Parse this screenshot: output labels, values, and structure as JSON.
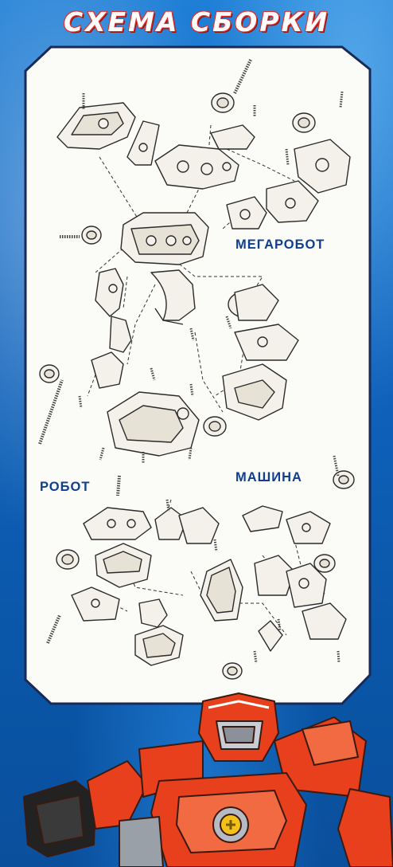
{
  "header": {
    "title": "СХЕМА СБОРКИ"
  },
  "diagram": {
    "sections": [
      {
        "label": "МЕГАРОБОТ"
      },
      {
        "label": "РОБОТ"
      },
      {
        "label": "МАШИНА"
      }
    ]
  },
  "colors": {
    "background_blue": "#0f63bd",
    "title_outline_red": "#e5302a",
    "panel_white": "#ffffff",
    "label_navy": "#0f3f8f",
    "robot_red": "#e8401c"
  }
}
